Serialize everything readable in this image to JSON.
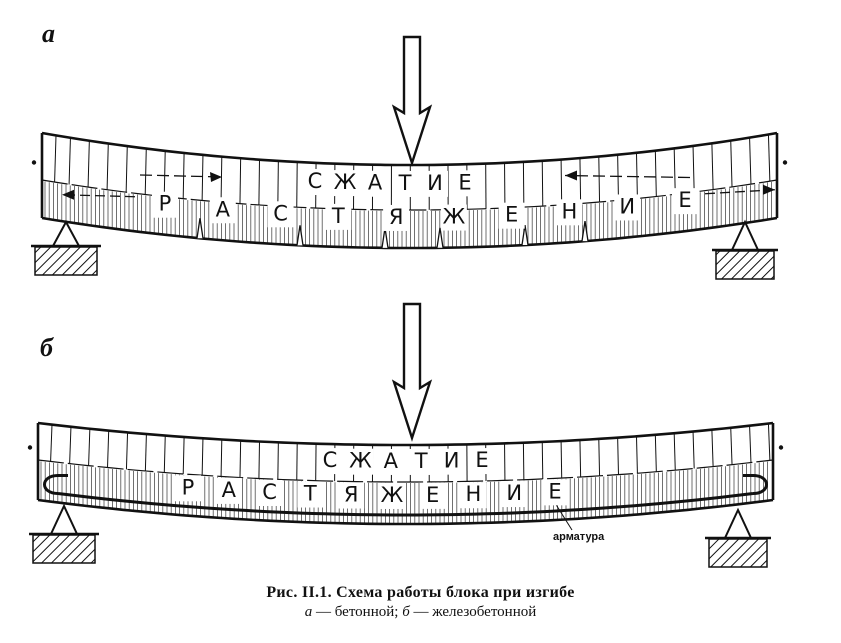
{
  "panels": [
    {
      "label": "а",
      "compression_word": "СЖАТИЕ",
      "tension_word": "РАСТЯЖЕНИЕ",
      "reinforcement": false
    },
    {
      "label": "б",
      "compression_word": "СЖАТИЕ",
      "tension_word": "РАСТЯЖЕНИЕ",
      "reinforcement": true,
      "reinforcement_label": "арматура"
    }
  ],
  "caption": {
    "title": "Рис. II.1. Схема работы блока при изгибе",
    "a_letter": "а",
    "a_text": " — бетонной; ",
    "b_letter": "б",
    "b_text": " — железобетонной"
  },
  "colors": {
    "ink": "#111111",
    "paper": "#ffffff"
  }
}
